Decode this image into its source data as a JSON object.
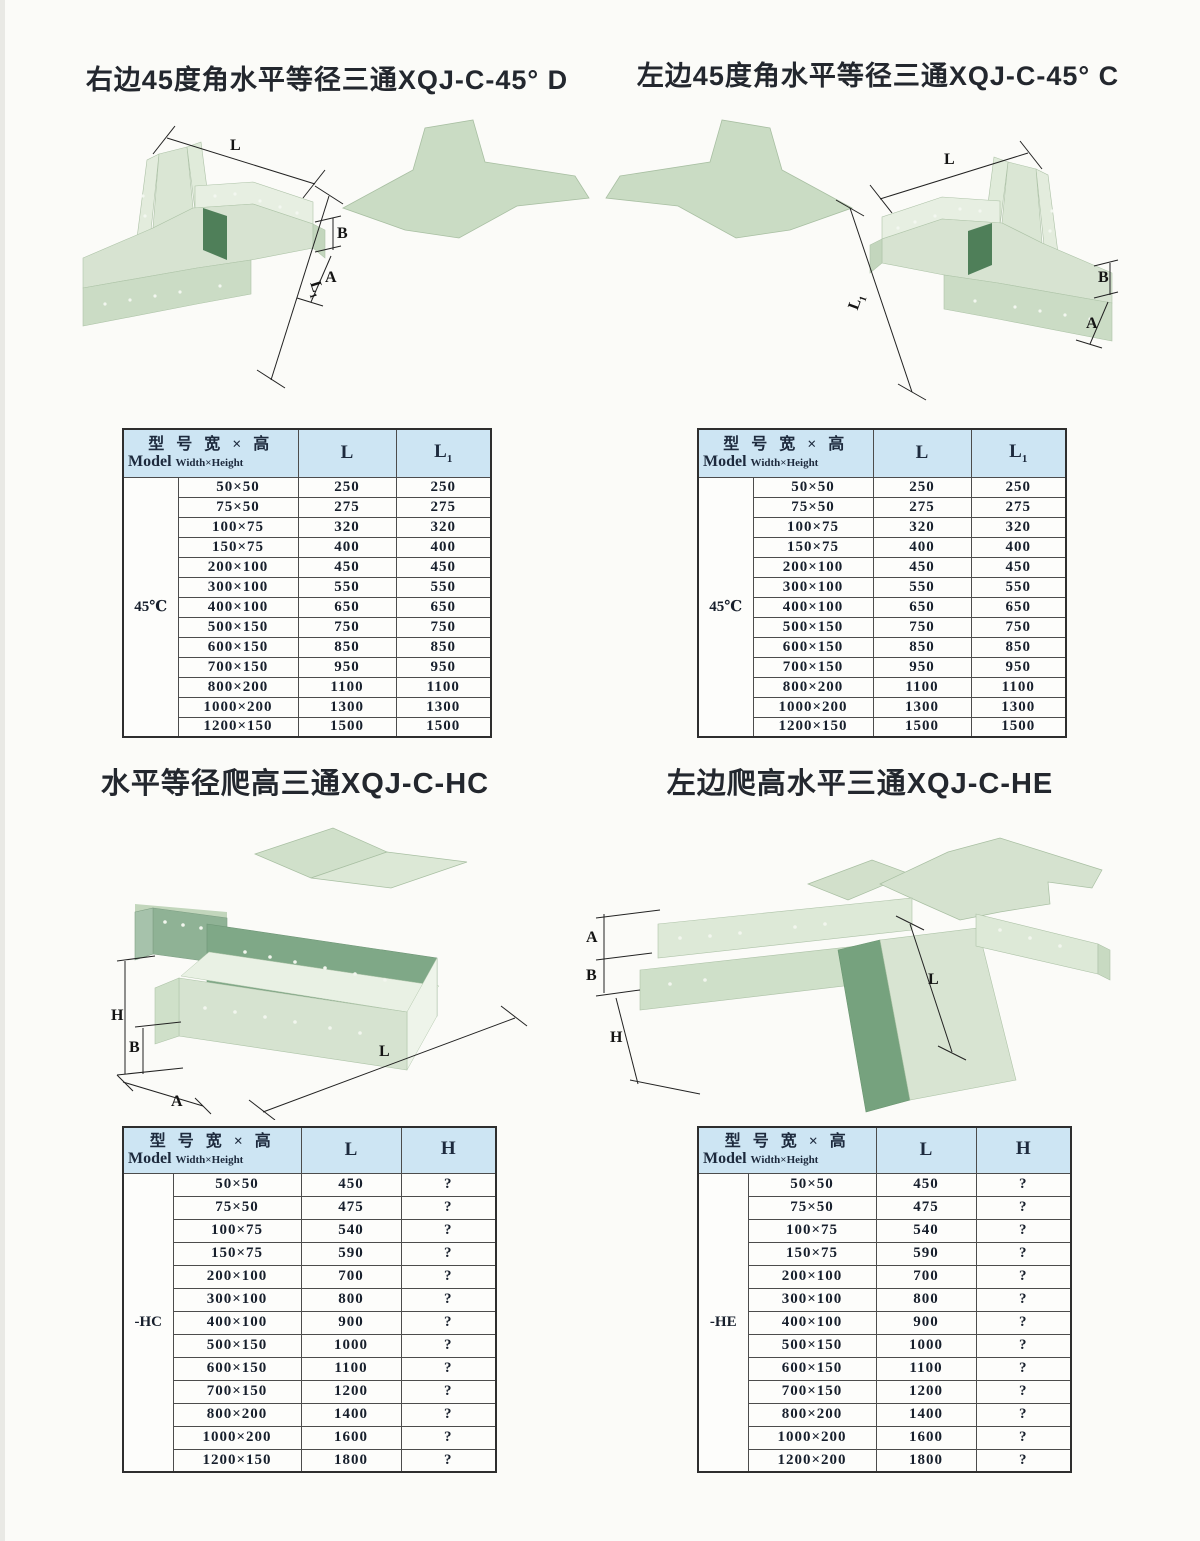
{
  "page": {
    "background": "#fbfbf8"
  },
  "palette": {
    "table_header_bg": "#cde5f3",
    "table_text": "#1a2230",
    "title_color": "#23272e",
    "tray_light": "#d8e4d2",
    "tray_pale": "#e6eee1",
    "tray_mid": "#cfe0c9",
    "tray_dark_green": "#4f7f59",
    "dimension_line": "#222222"
  },
  "sections": [
    {
      "title": "右边45度角水平等径三通XQJ-C-45° D",
      "diagram": {
        "l": "L",
        "l1": "L",
        "l1_sub": "1",
        "b": "B",
        "a": "A"
      },
      "table": {
        "header": {
          "cn": "型 号 宽 × 高",
          "en_model": "Model",
          "en_size": "Width×Height",
          "col_l": "L",
          "col2": {
            "text": "L",
            "sub": "1"
          }
        },
        "model_label": "45℃",
        "rows": [
          [
            "50×50",
            "250",
            "250"
          ],
          [
            "75×50",
            "275",
            "275"
          ],
          [
            "100×75",
            "320",
            "320"
          ],
          [
            "150×75",
            "400",
            "400"
          ],
          [
            "200×100",
            "450",
            "450"
          ],
          [
            "300×100",
            "550",
            "550"
          ],
          [
            "400×100",
            "650",
            "650"
          ],
          [
            "500×150",
            "750",
            "750"
          ],
          [
            "600×150",
            "850",
            "850"
          ],
          [
            "700×150",
            "950",
            "950"
          ],
          [
            "800×200",
            "1100",
            "1100"
          ],
          [
            "1000×200",
            "1300",
            "1300"
          ],
          [
            "1200×150",
            "1500",
            "1500"
          ]
        ]
      }
    },
    {
      "title": "左边45度角水平等径三通XQJ-C-45° C",
      "diagram": {
        "l": "L",
        "l1": "L",
        "l1_sub": "1",
        "b": "B",
        "a": "A"
      },
      "table": {
        "header": {
          "cn": "型 号 宽 × 高",
          "en_model": "Model",
          "en_size": "Width×Height",
          "col_l": "L",
          "col2": {
            "text": "L",
            "sub": "1"
          }
        },
        "model_label": "45℃",
        "rows": [
          [
            "50×50",
            "250",
            "250"
          ],
          [
            "75×50",
            "275",
            "275"
          ],
          [
            "100×75",
            "320",
            "320"
          ],
          [
            "150×75",
            "400",
            "400"
          ],
          [
            "200×100",
            "450",
            "450"
          ],
          [
            "300×100",
            "550",
            "550"
          ],
          [
            "400×100",
            "650",
            "650"
          ],
          [
            "500×150",
            "750",
            "750"
          ],
          [
            "600×150",
            "850",
            "850"
          ],
          [
            "700×150",
            "950",
            "950"
          ],
          [
            "800×200",
            "1100",
            "1100"
          ],
          [
            "1000×200",
            "1300",
            "1300"
          ],
          [
            "1200×150",
            "1500",
            "1500"
          ]
        ]
      }
    },
    {
      "title": "水平等径爬高三通XQJ-C-HC",
      "diagram": {
        "h": "H",
        "b": "B",
        "a": "A",
        "l": "L"
      },
      "table": {
        "header": {
          "cn": "型 号 宽 × 高",
          "en_model": "Model",
          "en_size": "Width×Height",
          "col_l": "L",
          "col2": {
            "text": "H",
            "sub": ""
          }
        },
        "model_label": "-HC",
        "rows": [
          [
            "50×50",
            "450",
            "?"
          ],
          [
            "75×50",
            "475",
            "?"
          ],
          [
            "100×75",
            "540",
            "?"
          ],
          [
            "150×75",
            "590",
            "?"
          ],
          [
            "200×100",
            "700",
            "?"
          ],
          [
            "300×100",
            "800",
            "?"
          ],
          [
            "400×100",
            "900",
            "?"
          ],
          [
            "500×150",
            "1000",
            "?"
          ],
          [
            "600×150",
            "1100",
            "?"
          ],
          [
            "700×150",
            "1200",
            "?"
          ],
          [
            "800×200",
            "1400",
            "?"
          ],
          [
            "1000×200",
            "1600",
            "?"
          ],
          [
            "1200×150",
            "1800",
            "?"
          ]
        ]
      }
    },
    {
      "title": "左边爬高水平三通XQJ-C-HE",
      "diagram": {
        "h": "H",
        "b": "B",
        "a": "A",
        "l": "L"
      },
      "table": {
        "header": {
          "cn": "型 号 宽 × 高",
          "en_model": "Model",
          "en_size": "Width×Height",
          "col_l": "L",
          "col2": {
            "text": "H",
            "sub": ""
          }
        },
        "model_label": "-HE",
        "rows": [
          [
            "50×50",
            "450",
            "?"
          ],
          [
            "75×50",
            "475",
            "?"
          ],
          [
            "100×75",
            "540",
            "?"
          ],
          [
            "150×75",
            "590",
            "?"
          ],
          [
            "200×100",
            "700",
            "?"
          ],
          [
            "300×100",
            "800",
            "?"
          ],
          [
            "400×100",
            "900",
            "?"
          ],
          [
            "500×150",
            "1000",
            "?"
          ],
          [
            "600×150",
            "1100",
            "?"
          ],
          [
            "700×150",
            "1200",
            "?"
          ],
          [
            "800×200",
            "1400",
            "?"
          ],
          [
            "1000×200",
            "1600",
            "?"
          ],
          [
            "1200×200",
            "1800",
            "?"
          ]
        ]
      }
    }
  ]
}
